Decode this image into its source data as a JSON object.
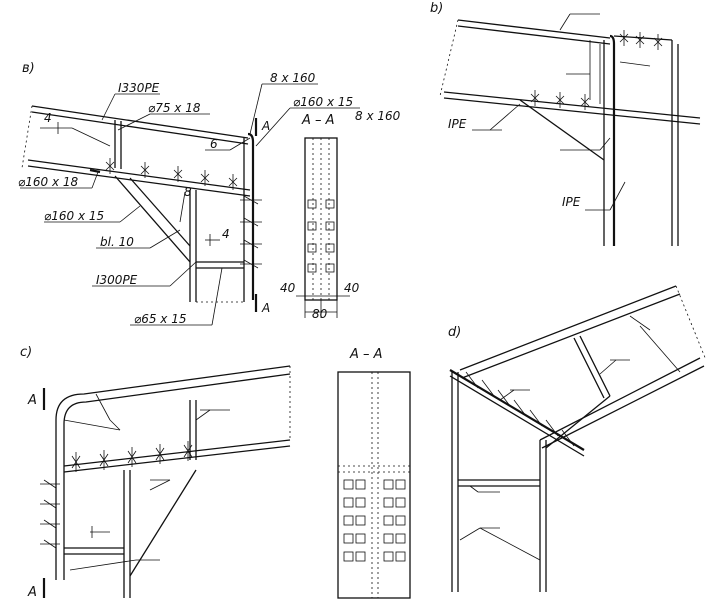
{
  "panels": {
    "a": {
      "label": "в)",
      "section_label": "A – A",
      "section_letter": "A",
      "callouts": {
        "rafter_profile": "I330PE",
        "plate_75": "⌀75 x 18",
        "plate_8x160_top": "8 x 160",
        "plate_160x15_top": "⌀160 x 15",
        "plate_8x160_side": "8 x 160",
        "weld_4": "4",
        "weld_6": "6",
        "weld_8": "8",
        "weld_4b": "4",
        "plate_160x18": "⌀160 x 18",
        "plate_160x15": "⌀160 x 15",
        "bracket": "bl. 10",
        "column_profile": "I300PE",
        "plate_65": "⌀65 x 15"
      },
      "dims": {
        "left": "40",
        "right": "40",
        "total": "80"
      }
    },
    "b": {
      "label": "b)",
      "callouts": {
        "rafter": "IPE",
        "column": "IPE"
      }
    },
    "c": {
      "label": "c)",
      "section_label": "A – A",
      "letter_top": "A",
      "letter_bottom": "A"
    },
    "d": {
      "label": "d)"
    }
  }
}
